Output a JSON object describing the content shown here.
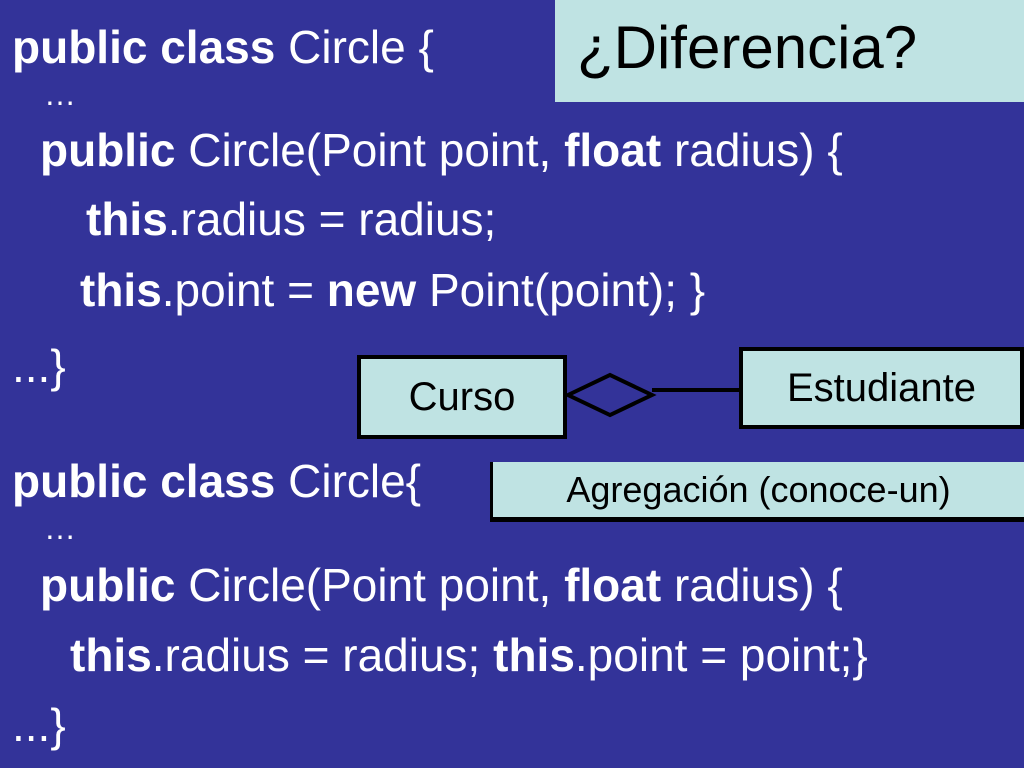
{
  "title": "¿Diferencia?",
  "code1": {
    "line1": {
      "kw": "public class",
      "rest": " Circle {"
    },
    "line2": {
      "text": "…"
    },
    "line3": {
      "kw": "public",
      "mid": " Circle(Point point, ",
      "kw2": "float",
      "rest": " radius) {"
    },
    "line4": {
      "kw": "this",
      "rest": ".radius = radius;"
    },
    "line5": {
      "kw": "this",
      "mid": ".point = ",
      "kw2": "new",
      "rest": " Point(point); }"
    },
    "line6": {
      "text": "...}"
    }
  },
  "code2": {
    "line1": {
      "kw": "public class",
      "rest": " Circle{"
    },
    "line2": {
      "text": "…"
    },
    "line3": {
      "kw": "public",
      "mid": " Circle(Point point, ",
      "kw2": "float",
      "rest": " radius) {"
    },
    "line4": {
      "kw": "this",
      "mid": ".radius = radius; ",
      "kw2": "this",
      "rest": ".point = point;}"
    },
    "line5": {
      "text": "...}"
    }
  },
  "uml": {
    "left_class": "Curso",
    "right_class": "Estudiante",
    "relation_label": "Agregación (conoce-un)"
  },
  "colors": {
    "background": "#333399",
    "box_fill": "#bfe3e3",
    "text": "#ffffff"
  }
}
